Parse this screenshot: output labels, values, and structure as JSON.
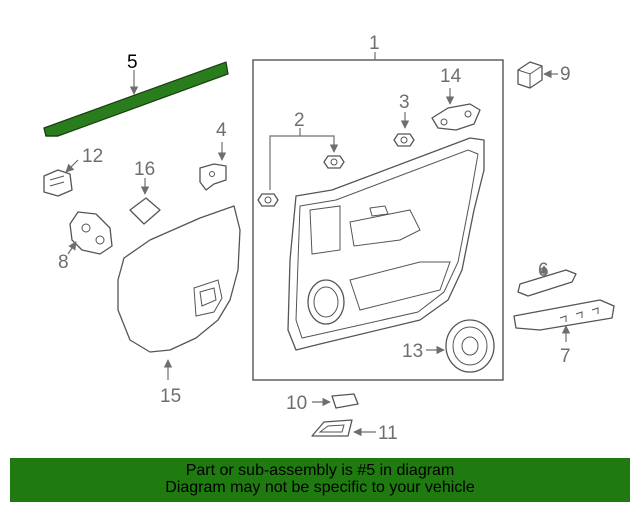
{
  "diagram": {
    "callouts": {
      "c1": "1",
      "c2": "2",
      "c3": "3",
      "c4": "4",
      "c5": "5",
      "c6": "6",
      "c7": "7",
      "c8": "8",
      "c9": "9",
      "c10": "10",
      "c11": "11",
      "c12": "12",
      "c13": "13",
      "c14": "14",
      "c15": "15",
      "c16": "16"
    },
    "highlight_part": "5",
    "highlight_color": "#2a7d1c",
    "line_color": "#555555"
  },
  "banner": {
    "line1": "Part or sub-assembly is #5 in diagram",
    "line2": "Diagram may not be specific to your vehicle",
    "background": "#1f7a10"
  }
}
